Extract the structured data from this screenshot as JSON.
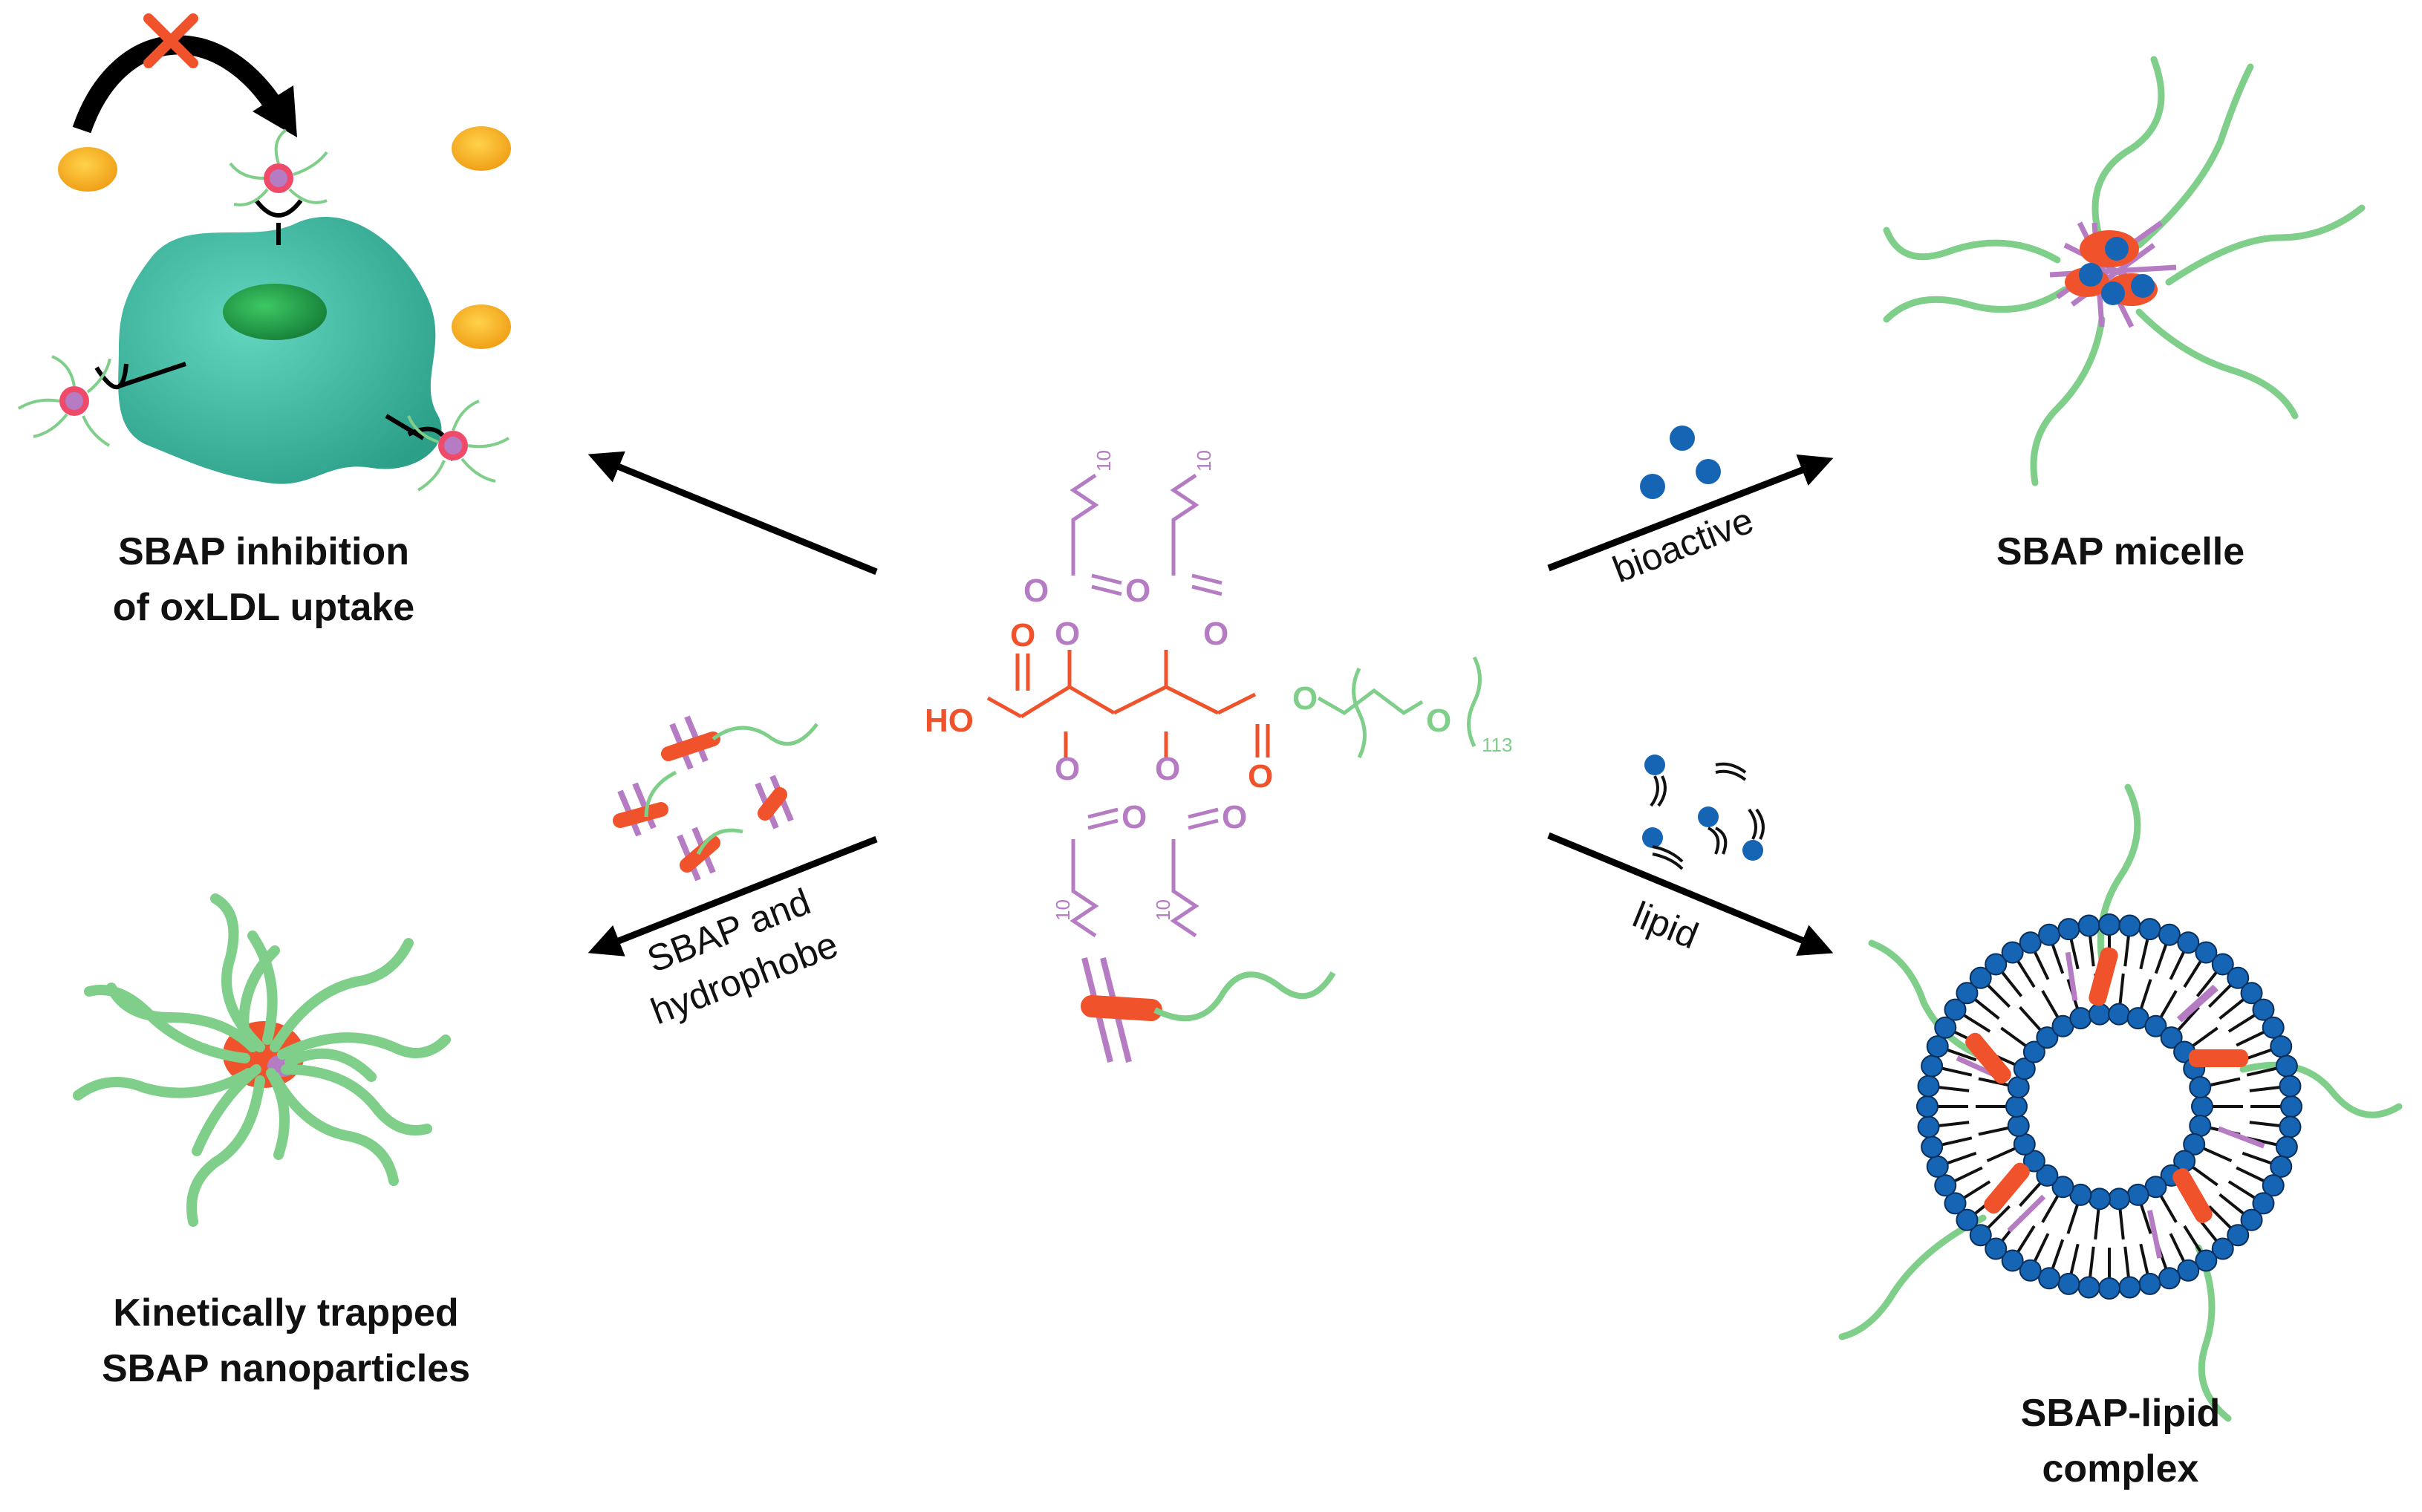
{
  "labels": {
    "inhibition_line1": "SBAP inhibition",
    "inhibition_line2": "of oxLDL uptake",
    "micelle": "SBAP micelle",
    "nanoparticles_line1": "Kinetically trapped",
    "nanoparticles_line2": "SBAP nanoparticles",
    "lipid_complex_line1": "SBAP-lipid",
    "lipid_complex_line2": "complex"
  },
  "arrows": {
    "bioactive": "bioactive",
    "hydrophobe_line1": "SBAP and",
    "hydrophobe_line2": "hydrophobe",
    "lipid": "lipid"
  },
  "chemistry": {
    "ho": "HO",
    "o": "O",
    "sub_10": "10",
    "sub_113": "113"
  },
  "colors": {
    "backbone": "#f0532b",
    "alkyl": "#b57cc4",
    "peg": "#7fcf8a",
    "cell": "#3fb8a0",
    "nucleus": "#1f9a46",
    "oxldl": "#f3a81c",
    "lipid_head": "#1565b4",
    "blocked": "#f0532b"
  }
}
